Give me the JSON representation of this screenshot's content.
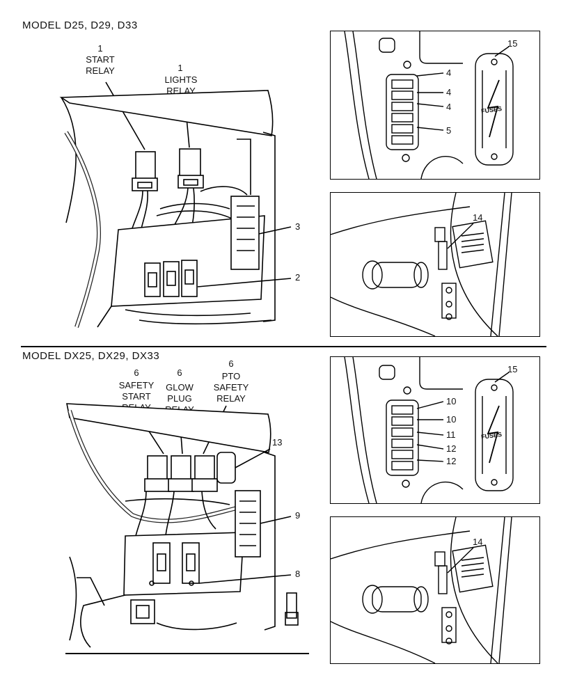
{
  "top": {
    "title": "MODEL  D25, D29, D33",
    "callouts": {
      "start_relay": {
        "num": "1",
        "label_lines": [
          "START",
          "RELAY"
        ]
      },
      "lights_relay": {
        "num": "1",
        "label_lines": [
          "LIGHTS",
          "RELAY"
        ]
      }
    },
    "part_numbers": {
      "n3": "3",
      "n2": "2",
      "n15": "15",
      "n4a": "4",
      "n4b": "4",
      "n4c": "4",
      "n5": "5",
      "n14": "14"
    },
    "fuse_cover_text": "FUSES"
  },
  "bottom": {
    "title": "MODEL  DX25, DX29, DX33",
    "callouts": {
      "safety_start": {
        "num": "6",
        "label_lines": [
          "SAFETY",
          "START",
          "RELAY"
        ]
      },
      "glow_plug": {
        "num": "6",
        "label_lines": [
          "GLOW",
          "PLUG",
          "RELAY"
        ]
      },
      "pto_safety": {
        "num": "6",
        "label_lines": [
          "PTO",
          "SAFETY",
          "RELAY"
        ]
      }
    },
    "part_numbers": {
      "n13": "13",
      "n9": "9",
      "n8": "8",
      "n15": "15",
      "n10a": "10",
      "n10b": "10",
      "n11": "11",
      "n12a": "12",
      "n12b": "12",
      "n14": "14"
    },
    "fuse_cover_text": "FUSES"
  }
}
